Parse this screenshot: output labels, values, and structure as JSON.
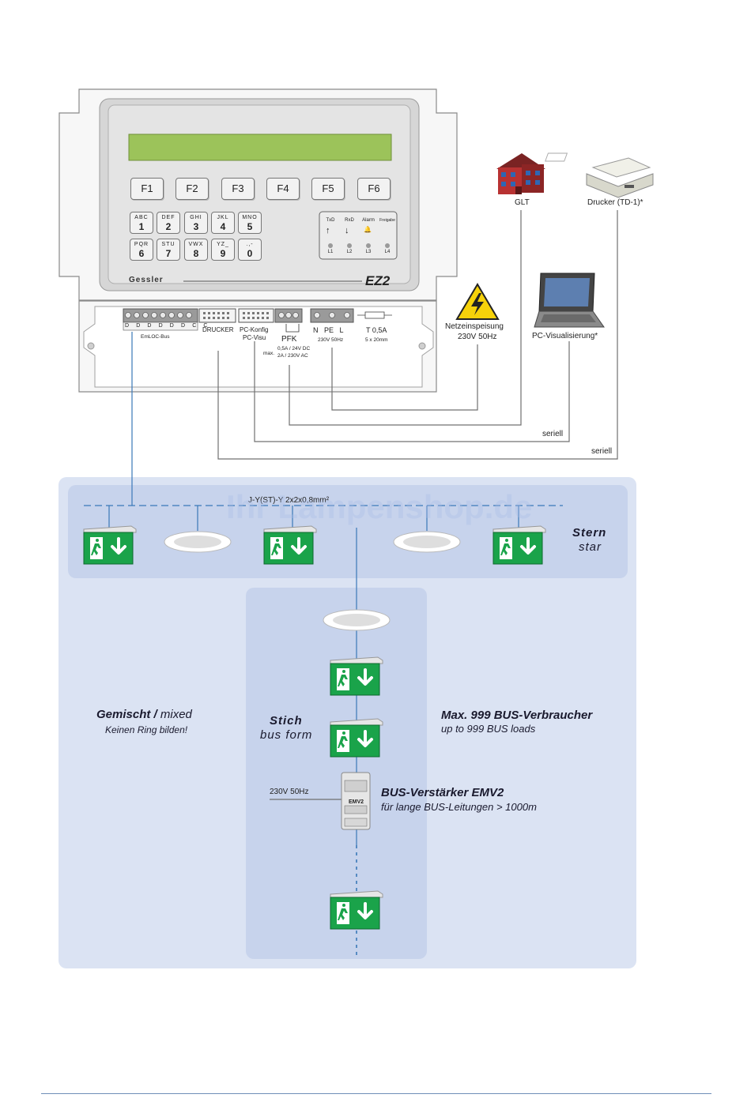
{
  "controller": {
    "brand": "Gessler",
    "model": "EZ2",
    "function_keys": [
      "F1",
      "F2",
      "F3",
      "F4",
      "F5",
      "F6"
    ],
    "num_keys": [
      {
        "letters": "ABC",
        "digit": "1"
      },
      {
        "letters": "DEF",
        "digit": "2"
      },
      {
        "letters": "GHI",
        "digit": "3"
      },
      {
        "letters": "JKL",
        "digit": "4"
      },
      {
        "letters": "MNO",
        "digit": "5"
      },
      {
        "letters": "PQR",
        "digit": "6"
      },
      {
        "letters": "STU",
        "digit": "7"
      },
      {
        "letters": "VWX",
        "digit": "8"
      },
      {
        "letters": "YZ_",
        "digit": "9"
      },
      {
        "letters": ".,-",
        "digit": "0"
      }
    ],
    "status_leds": [
      {
        "label": "TxD",
        "led": "L1"
      },
      {
        "label": "RxD",
        "led": "L2"
      },
      {
        "label": "Alarm",
        "led": "L3"
      },
      {
        "label": "Freigabe",
        "led": "L4"
      }
    ]
  },
  "terminals": {
    "bus_pins": "D D D D D D C C",
    "bus_label": "EmLOC-Bus",
    "drucker": "DRUCKER",
    "pc_konfig": "PC-Konfig",
    "pc_visu": "PC-Visu",
    "pfk": "PFK",
    "pfk_rating_1": "0,5A / 24V DC",
    "pfk_rating_2": "2A / 230V AC",
    "pfk_max": "max.",
    "power_terminals": "N   PE   L",
    "power_rating": "230V 50Hz",
    "fuse": "T 0,5A",
    "fuse_size": "5 x 20mm"
  },
  "devices": {
    "glt": "GLT",
    "printer": "Drucker (TD-1)*",
    "mains_1": "Netzeinspeisung",
    "mains_2": "230V 50Hz",
    "pc": "PC-Visualisierung*",
    "serial_1": "seriell",
    "serial_2": "seriell"
  },
  "network": {
    "cable": "J-Y(ST)-Y 2x2x0,8mm²",
    "watermark": "Ihr Lampenshop.de",
    "star_de": "Stern",
    "star_en": "star",
    "mixed_de": "Gemischt /",
    "mixed_en": "mixed",
    "mixed_note": "Keinen Ring bilden!",
    "stub_de": "Stich",
    "stub_en": "bus form",
    "max_title": "Max. 999 BUS-Verbraucher",
    "max_sub": "up to 999 BUS loads",
    "amp_title": "BUS-Verstärker EMV2",
    "amp_sub": "für lange BUS-Leitungen > 1000m",
    "amp_feed": "230V 50Hz",
    "amp_label": "EMV2"
  },
  "colors": {
    "panel_outer": "#d9e2f3",
    "panel_inner": "#c6d2ec",
    "exit_green": "#1aa34a",
    "lcd": "#9cc35a",
    "cable_blue": "#3a78b8"
  }
}
